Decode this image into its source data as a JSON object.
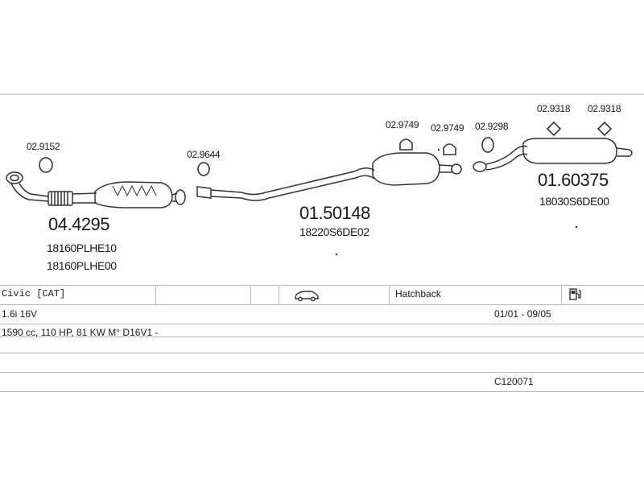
{
  "parts": {
    "p1": {
      "number": "02.9152"
    },
    "p2": {
      "number": "04.4295",
      "refs": [
        "18160PLHE10",
        "18160PLHE00"
      ]
    },
    "p3": {
      "number": "02.9644"
    },
    "p4": {
      "number": "01.50148",
      "refs": [
        "18220S6DE02"
      ]
    },
    "p5": {
      "number": "02.9749"
    },
    "p6": {
      "number": "02.9749"
    },
    "p7": {
      "number": "02.9298"
    },
    "p8": {
      "number": "02.9318"
    },
    "p9": {
      "number": "02.9318"
    },
    "p10": {
      "number": "01.60375",
      "refs": [
        "18030S6DE00"
      ]
    }
  },
  "table": {
    "model": "Civic  [CAT]",
    "body": "Hatchback",
    "engine": "1.6i 16V",
    "date_range": "01/01 - 09/05",
    "specs": "1590 cc, 110 HP, 81 KW M° D16V1 -",
    "code": "C120071"
  },
  "icons": {
    "car": "car-icon",
    "fuel": "fuel-pump-icon"
  },
  "colors": {
    "line": "#333333",
    "grid": "#bdbdbd"
  }
}
